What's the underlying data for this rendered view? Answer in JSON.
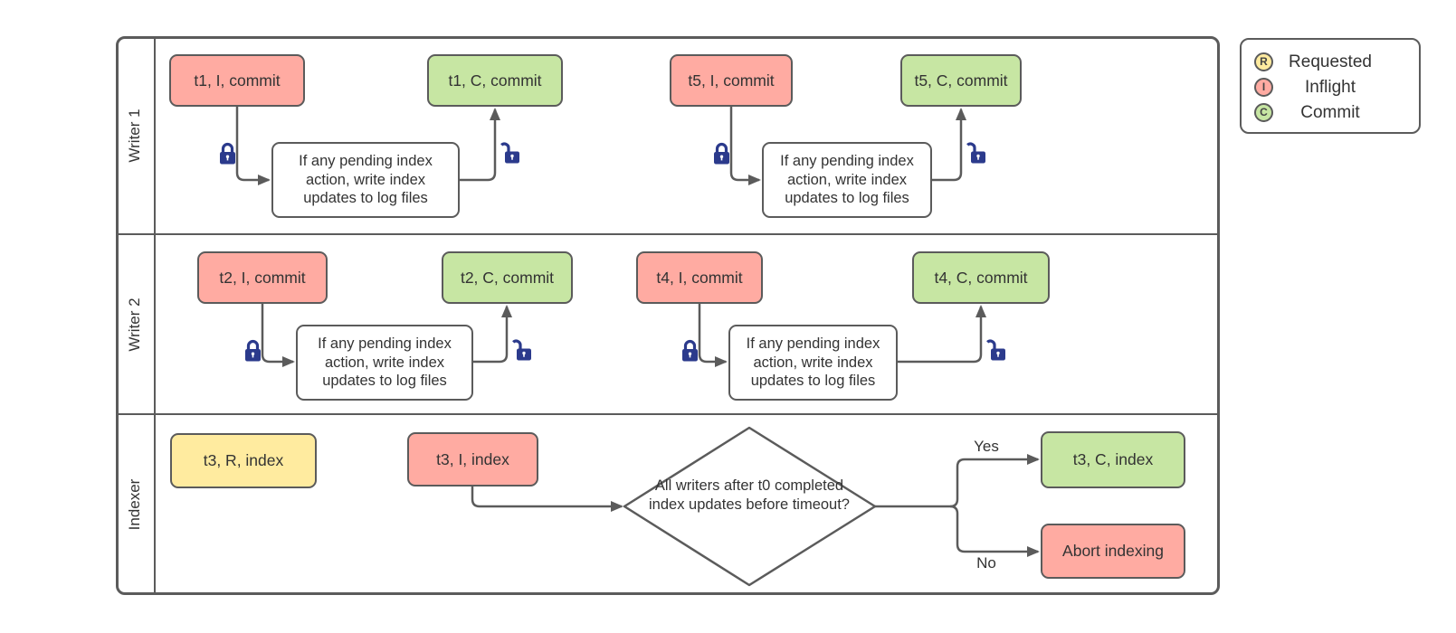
{
  "lanes": {
    "writer1": "Writer 1",
    "writer2": "Writer 2",
    "indexer": "Indexer"
  },
  "nodes": {
    "t1_inflight": {
      "label": "t1, I, commit"
    },
    "t1_commit": {
      "label": "t1, C, commit"
    },
    "w1_process_a": {
      "label": "If any pending index action, write index updates to log files"
    },
    "t5_inflight": {
      "label": "t5, I, commit"
    },
    "t5_commit": {
      "label": "t5, C, commit"
    },
    "w1_process_b": {
      "label": "If any pending index action, write index updates to log files"
    },
    "t2_inflight": {
      "label": "t2, I, commit"
    },
    "t2_commit": {
      "label": "t2, C, commit"
    },
    "w2_process_a": {
      "label": "If any pending index action, write index updates to log files"
    },
    "t4_inflight": {
      "label": "t4, I, commit"
    },
    "t4_commit": {
      "label": "t4, C, commit"
    },
    "w2_process_b": {
      "label": "If any pending index action, write index updates to log files"
    },
    "t3_requested": {
      "label": "t3, R, index"
    },
    "t3_inflight": {
      "label": "t3, I, index"
    },
    "decision": {
      "label": "All writers after t0 completed index updates before timeout?"
    },
    "t3_commit": {
      "label": "t3, C, index"
    },
    "abort": {
      "label": "Abort indexing"
    }
  },
  "edges": {
    "yes_label": "Yes",
    "no_label": "No"
  },
  "legend": {
    "items": [
      {
        "letter": "R",
        "label": "Requested",
        "color": "#ffeb9f"
      },
      {
        "letter": "I",
        "label": "Inflight",
        "color": "#ffaba2"
      },
      {
        "letter": "C",
        "label": "Commit",
        "color": "#c7e6a3"
      }
    ]
  },
  "colors": {
    "requested": "#ffeb9f",
    "inflight": "#ffaba2",
    "commit": "#c7e6a3",
    "lock": "#2b3a8c",
    "line": "#5b5b5b"
  }
}
